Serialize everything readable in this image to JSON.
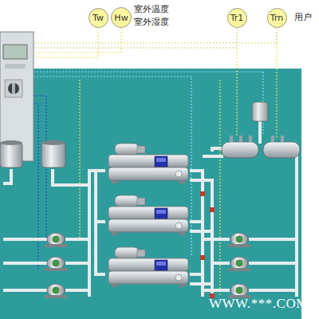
{
  "diagram": {
    "nodes": [
      {
        "text": [
          "Tw"
        ]
      },
      {
        "text": [
          "Hw"
        ]
      },
      {
        "text": [
          "Tr1"
        ]
      },
      {
        "text": [
          "Trn"
        ]
      }
    ],
    "labels": [
      "室外温度",
      "室外湿度",
      "用户",
      "WWW.***.COM"
    ]
  }
}
